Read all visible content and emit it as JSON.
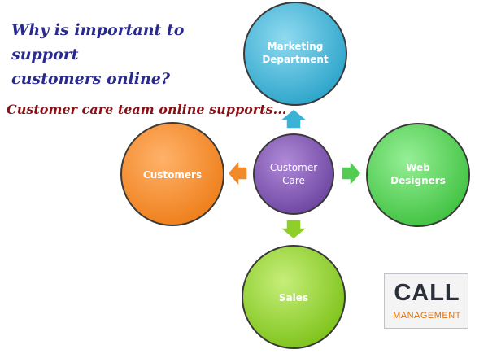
{
  "heading": {
    "line1": "Why is important to support",
    "line2": "customers online?"
  },
  "subheading": "Customer care team online supports...",
  "diagram": {
    "center": {
      "line1": "Customer",
      "line2": "Care",
      "color": "#7e57b0"
    },
    "nodes": {
      "top": {
        "line1": "Marketing",
        "line2": "Department",
        "color": "#3ab3d6"
      },
      "left": {
        "label": "Customers",
        "color": "#f08a2a"
      },
      "right": {
        "line1": "Web",
        "line2": "Designers",
        "color": "#52cc52"
      },
      "bottom": {
        "label": "Sales",
        "color": "#8fcf2a"
      }
    },
    "arrow_colors": {
      "top": "#3ab3d6",
      "left": "#f08a2a",
      "right": "#52cc52",
      "bottom": "#8fcf2a"
    }
  },
  "logo": {
    "word": "CALL",
    "sub": "MANAGEMENT"
  }
}
